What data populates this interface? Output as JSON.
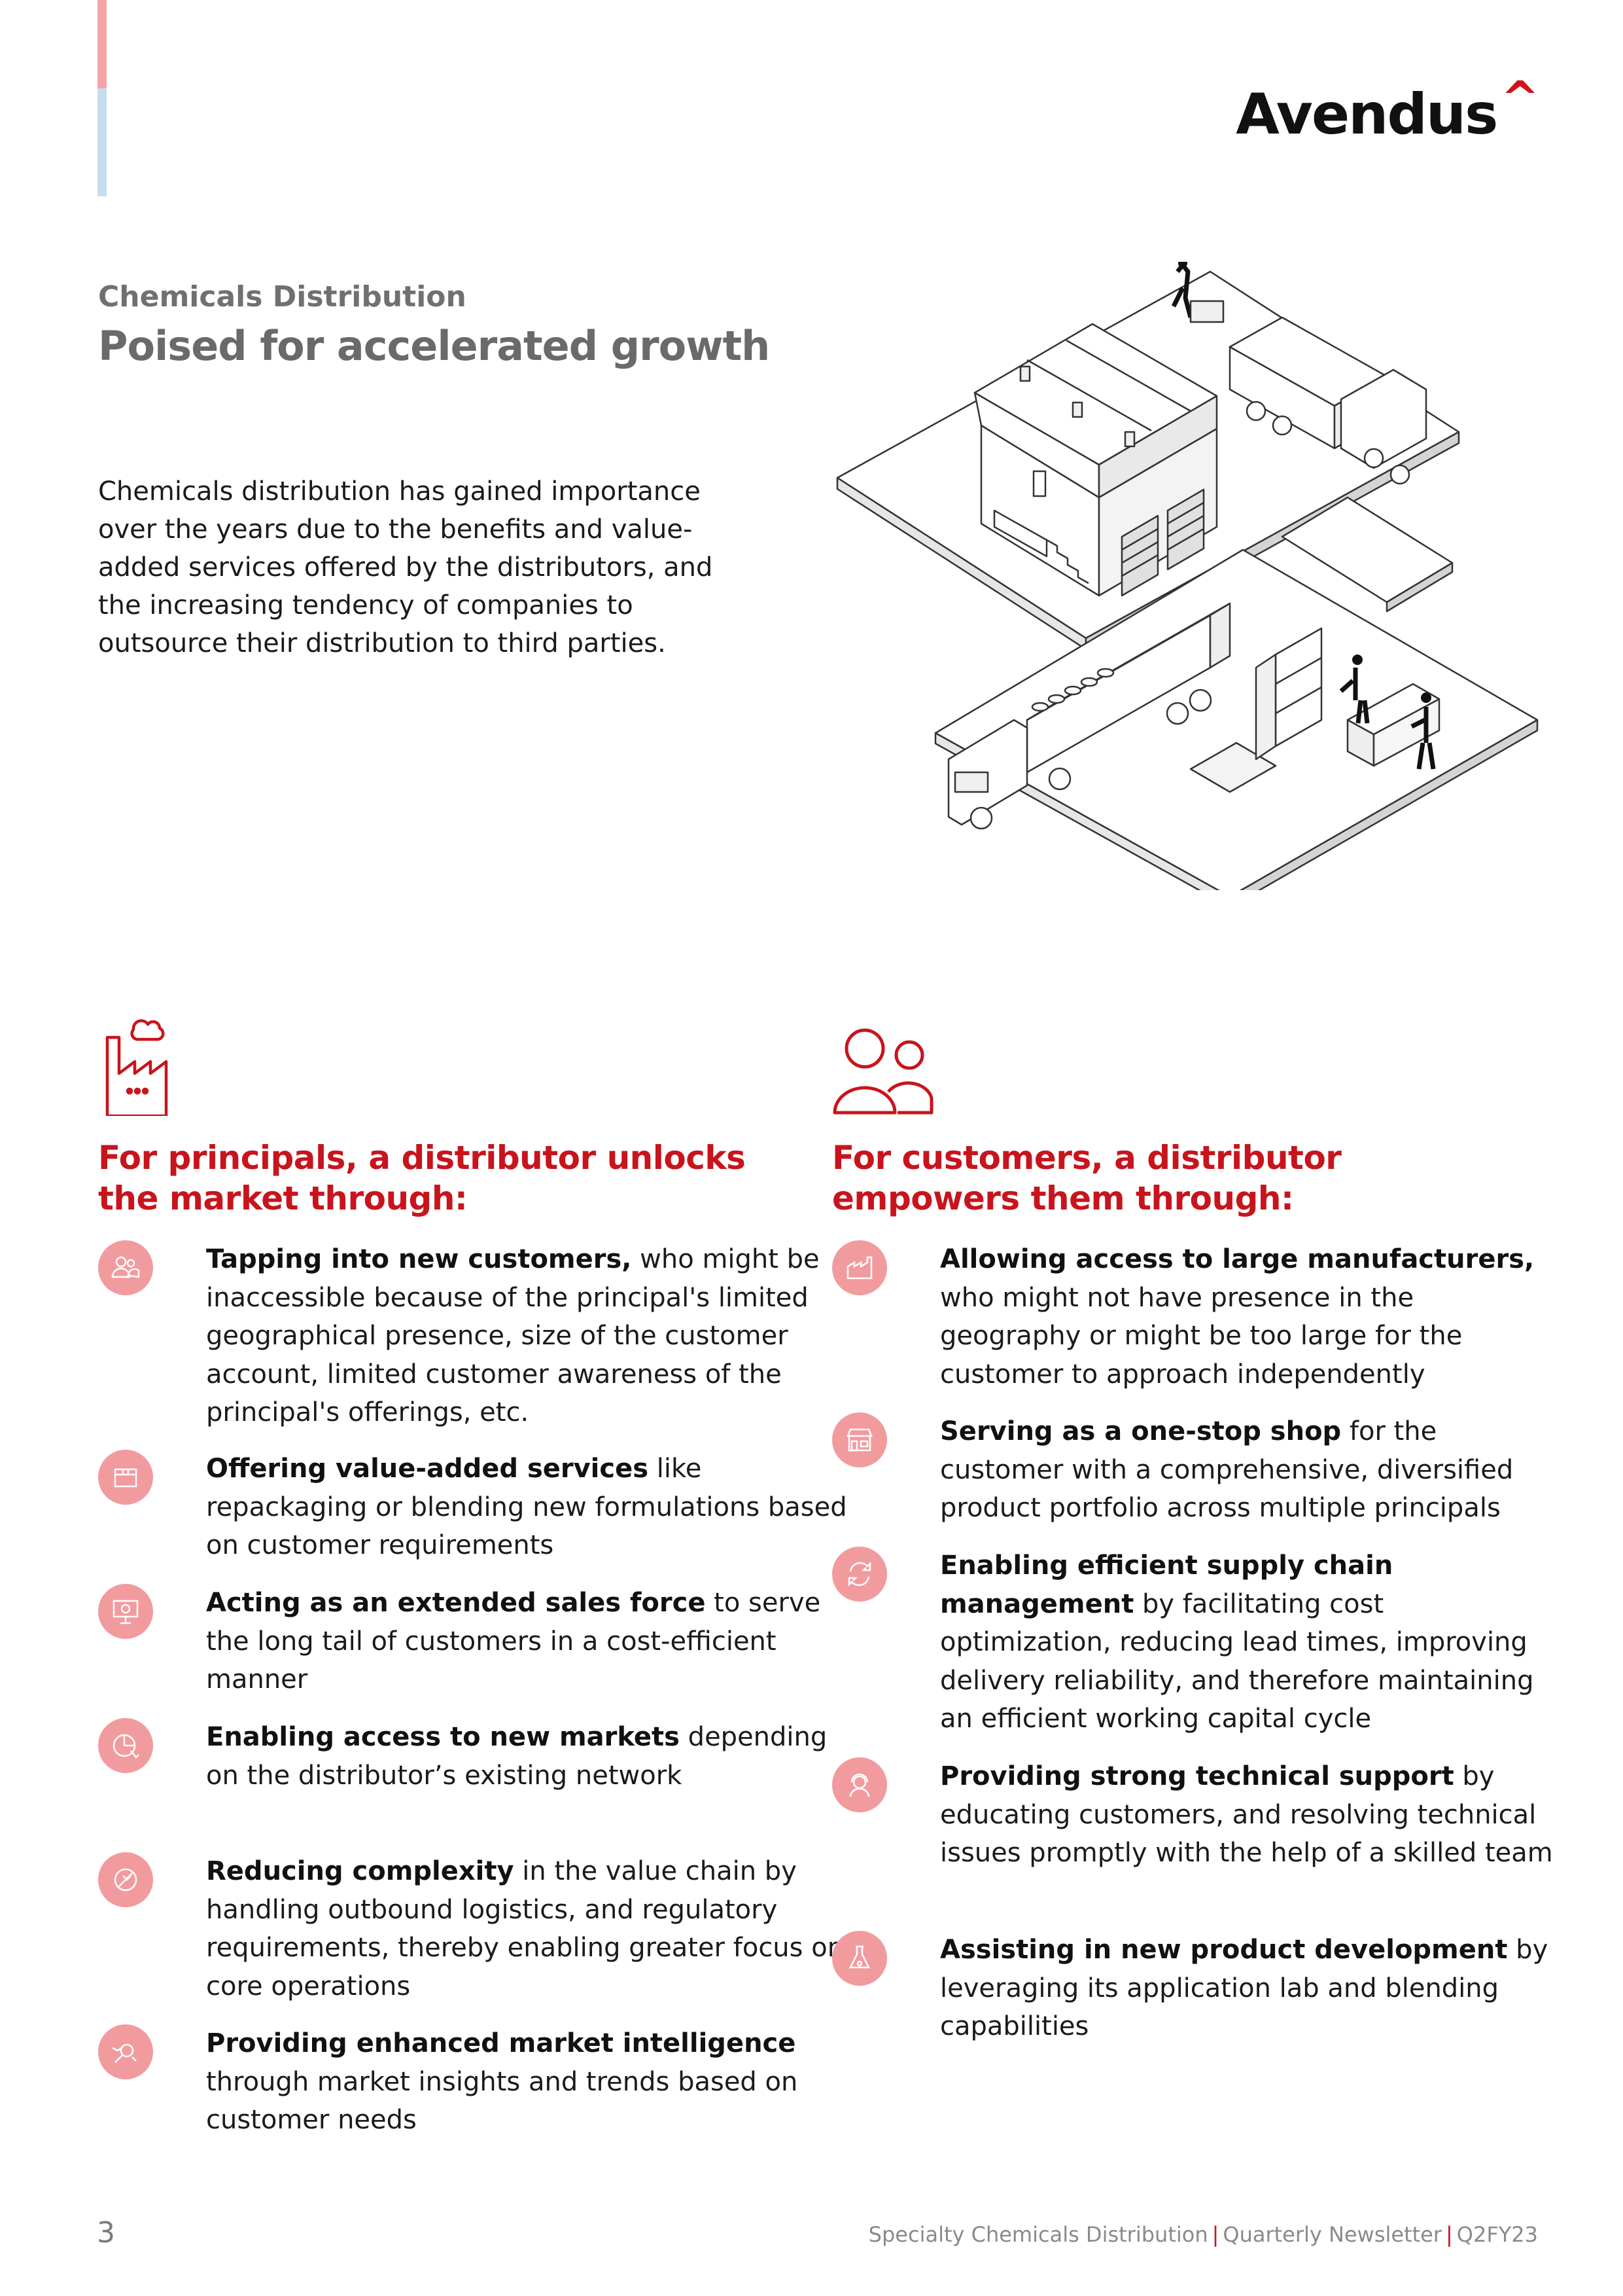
{
  "brand": {
    "logo_text": "Avendus",
    "logo_mark": "^"
  },
  "header": {
    "eyebrow": "Chemicals Distribution",
    "title": "Poised for accelerated growth",
    "intro": "Chemicals distribution has gained importance over the years due to the benefits and value-added services offered by the distributors, and the increasing tendency of companies to outsource their distribution to third parties."
  },
  "principals": {
    "icon": "factory-icon",
    "title": "For principals, a distributor unlocks the market through:",
    "items": [
      {
        "icon": "customers-icon",
        "bold": "Tapping into new customers,",
        "rest": " who might be inaccessible because of the principal's limited geographical presence, size of the customer account, limited customer awareness of the principal's offerings, etc."
      },
      {
        "icon": "box-icon",
        "bold": "Offering value-added services",
        "rest": " like repackaging or blending new formulations based on customer requirements"
      },
      {
        "icon": "presentation-icon",
        "bold": "Acting as an extended sales force",
        "rest": " to serve the long tail of customers in a cost-efficient manner"
      },
      {
        "icon": "market-pie-icon",
        "bold": "Enabling access to new markets",
        "rest": " depending on the distributor’s existing network"
      },
      {
        "icon": "simplify-icon",
        "bold": "Reducing complexity",
        "rest": " in the value chain by handling outbound logistics, and regulatory requirements, thereby enabling greater focus on core operations"
      },
      {
        "icon": "insight-icon",
        "bold": "Providing enhanced market intelligence",
        "rest": " through market insights and trends based on customer needs"
      }
    ]
  },
  "customers": {
    "icon": "people-icon",
    "title": "For customers, a distributor empowers them through:",
    "items": [
      {
        "icon": "manufacturer-icon",
        "bold": "Allowing access to large manufacturers,",
        "rest": " who might not have presence in the geography or might be too large for the customer to approach independently"
      },
      {
        "icon": "shop-icon",
        "bold": "Serving as a one-stop shop",
        "rest": " for the customer with a comprehensive, diversified product portfolio across multiple principals"
      },
      {
        "icon": "cycle-icon",
        "bold": "Enabling efficient supply chain management",
        "rest": " by facilitating cost optimization, reducing lead times, improving delivery reliability, and therefore maintaining an efficient working capital cycle"
      },
      {
        "icon": "support-icon",
        "bold": "Providing strong technical support",
        "rest": " by educating customers, and resolving technical issues promptly with the help of a skilled team"
      },
      {
        "icon": "lab-icon",
        "bold": "Assisting in new product development",
        "rest": " by leveraging its application lab and blending capabilities"
      }
    ]
  },
  "footer": {
    "page_number": "3",
    "part1": "Specialty Chemicals Distribution",
    "part2": "Quarterly Newsletter",
    "part3": "Q2FY23",
    "separator": "|"
  }
}
